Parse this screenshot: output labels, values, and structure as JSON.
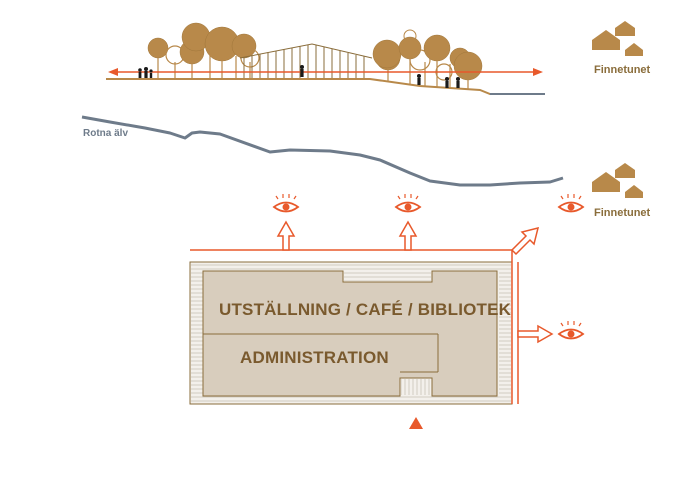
{
  "labels": {
    "place_top": "Finnetunet",
    "place_mid": "Finnetunet",
    "river": "Rotna älv",
    "room_main": "UTSTÄLLNING / CAFÉ / BIBLIOTEK",
    "room_admin": "ADMINISTRATION"
  },
  "colors": {
    "accent": "#e8592b",
    "building": "#d8cdbd",
    "outline": "#8a6d3b",
    "tree": "#b8894a",
    "river": "#6e7b8a"
  },
  "icons": [
    "house-cluster-icon",
    "eye-icon",
    "arrow-up-icon",
    "arrow-right-icon",
    "person-icon",
    "tree-icon",
    "entrance-triangle-icon"
  ]
}
